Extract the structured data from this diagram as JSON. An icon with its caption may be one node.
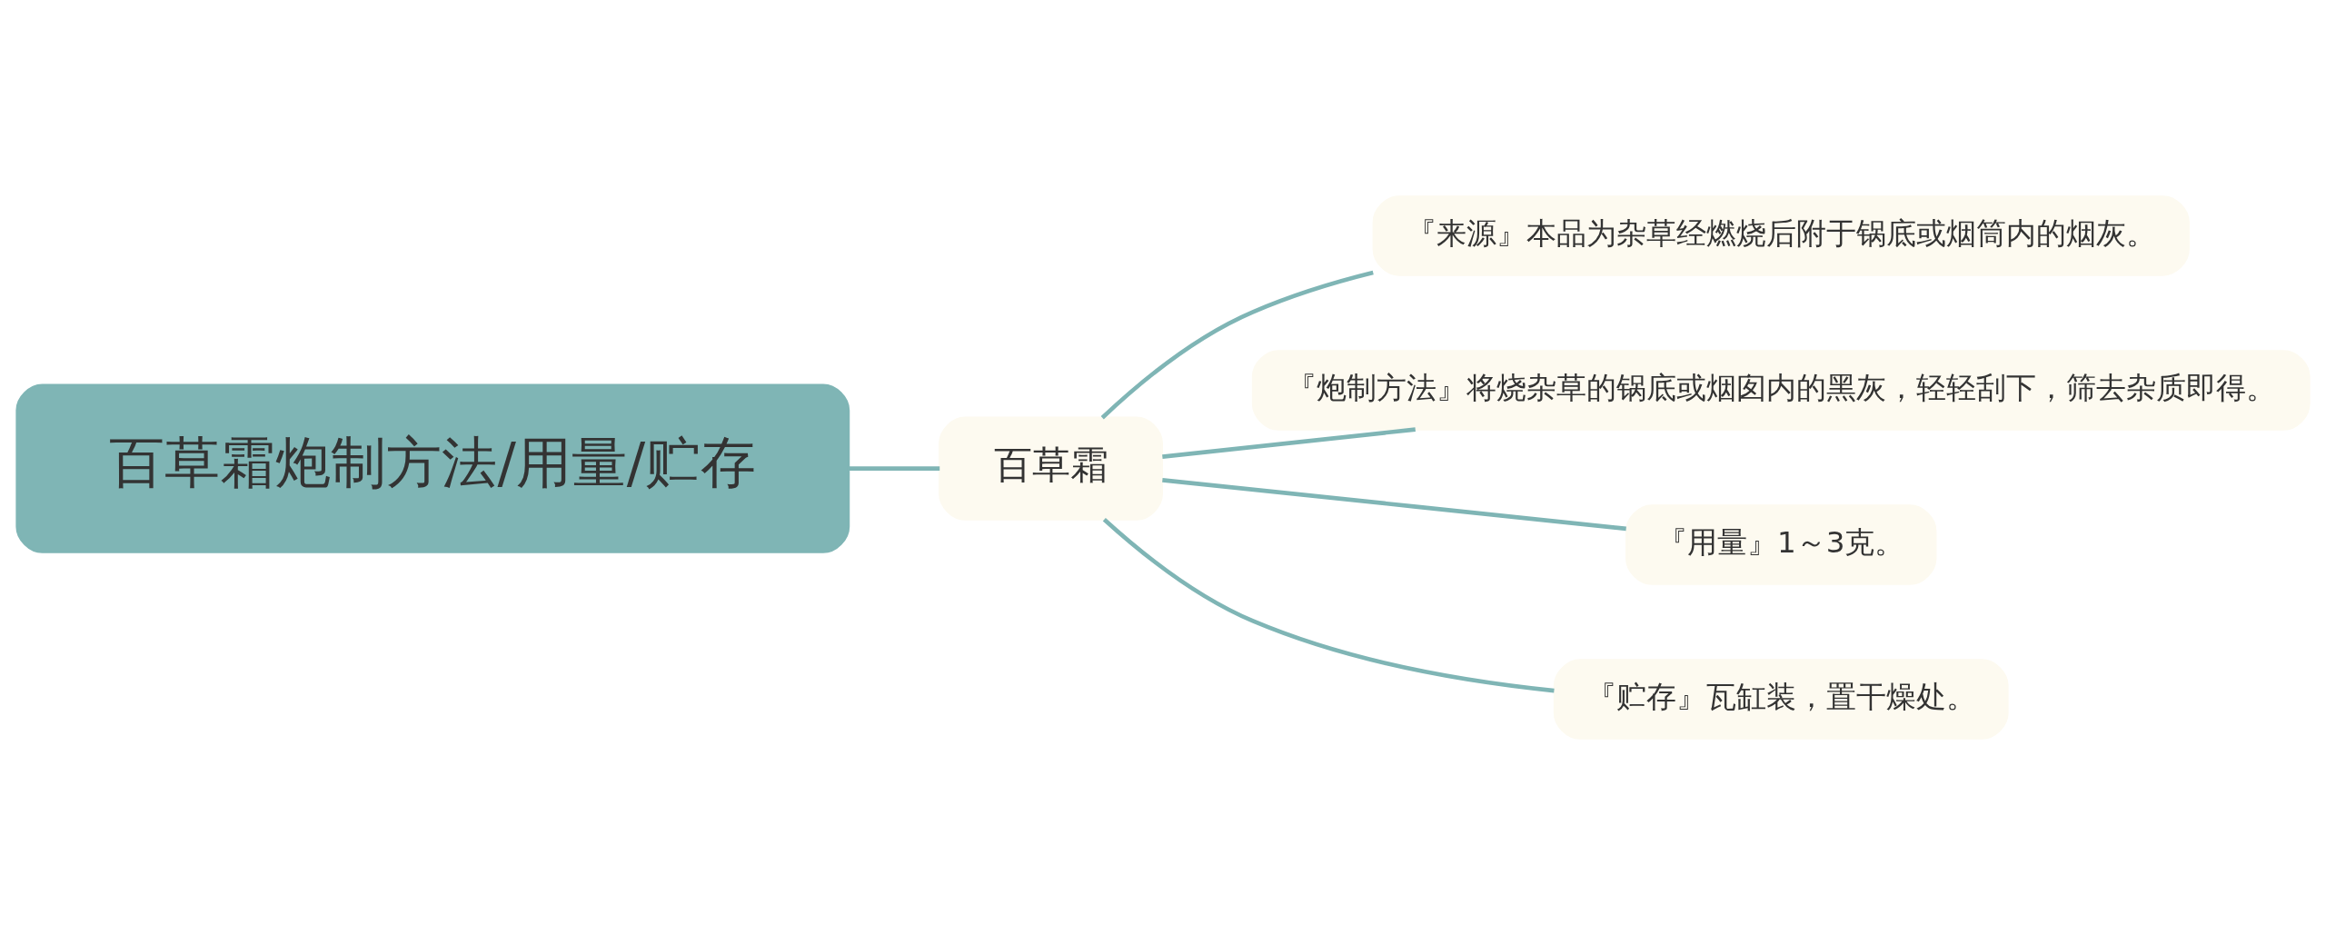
{
  "diagram": {
    "nodes": [
      {
        "text": [
          "百草霜炮制方法/用量/贮存"
        ]
      },
      {
        "text": [
          "百草霜"
        ]
      },
      {
        "text": [
          "『来源』本品为杂草经燃烧后附于锅底或烟筒内的烟灰。"
        ]
      },
      {
        "text": [
          "『炮制方法』将烧杂草的锅底或烟囱内的黑灰，轻轻刮下，筛去杂质即得。"
        ]
      },
      {
        "text": [
          "『用量』1～3克。"
        ]
      },
      {
        "text": [
          "『贮存』瓦缸装，置干燥处。"
        ]
      }
    ],
    "edges": [
      {
        "from": 0,
        "to": 1,
        "arrow": "none"
      },
      {
        "from": 1,
        "to": 2,
        "arrow": "none"
      },
      {
        "from": 1,
        "to": 3,
        "arrow": "none"
      },
      {
        "from": 1,
        "to": 4,
        "arrow": "none"
      },
      {
        "from": 1,
        "to": 5,
        "arrow": "none"
      }
    ]
  }
}
